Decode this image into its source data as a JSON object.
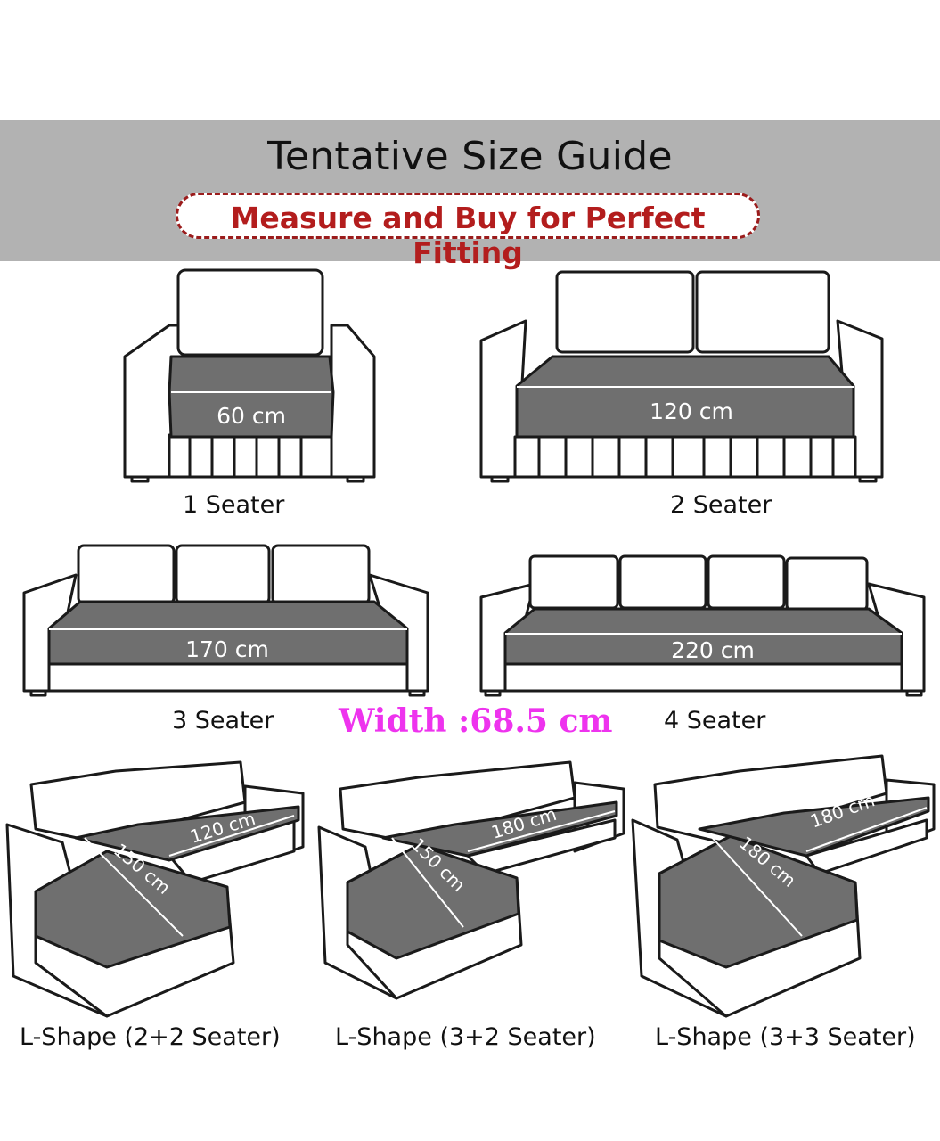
{
  "header": {
    "title": "Tentative Size Guide",
    "subtitle": "Measure and Buy for Perfect Fitting"
  },
  "width_note": "Width :68.5 cm",
  "sofas": [
    {
      "label": "1 Seater",
      "measure": "60 cm"
    },
    {
      "label": "2 Seater",
      "measure": "120 cm"
    },
    {
      "label": "3 Seater",
      "measure": "170 cm"
    },
    {
      "label": "4 Seater",
      "measure": "220 cm"
    }
  ],
  "l_shapes": [
    {
      "label": "L-Shape (2+2 Seater)",
      "chaise_measure": "150 cm",
      "back_measure": "120 cm"
    },
    {
      "label": "L-Shape (3+2 Seater)",
      "chaise_measure": "150 cm",
      "back_measure": "180 cm"
    },
    {
      "label": "L-Shape (3+3 Seater)",
      "chaise_measure": "180 cm",
      "back_measure": "180 cm"
    }
  ],
  "colors": {
    "banner": "#b2b2b2",
    "subtitle_text": "#b31d1d",
    "seat_fill": "#6f6f6f",
    "width_note": "#ee33ee"
  }
}
